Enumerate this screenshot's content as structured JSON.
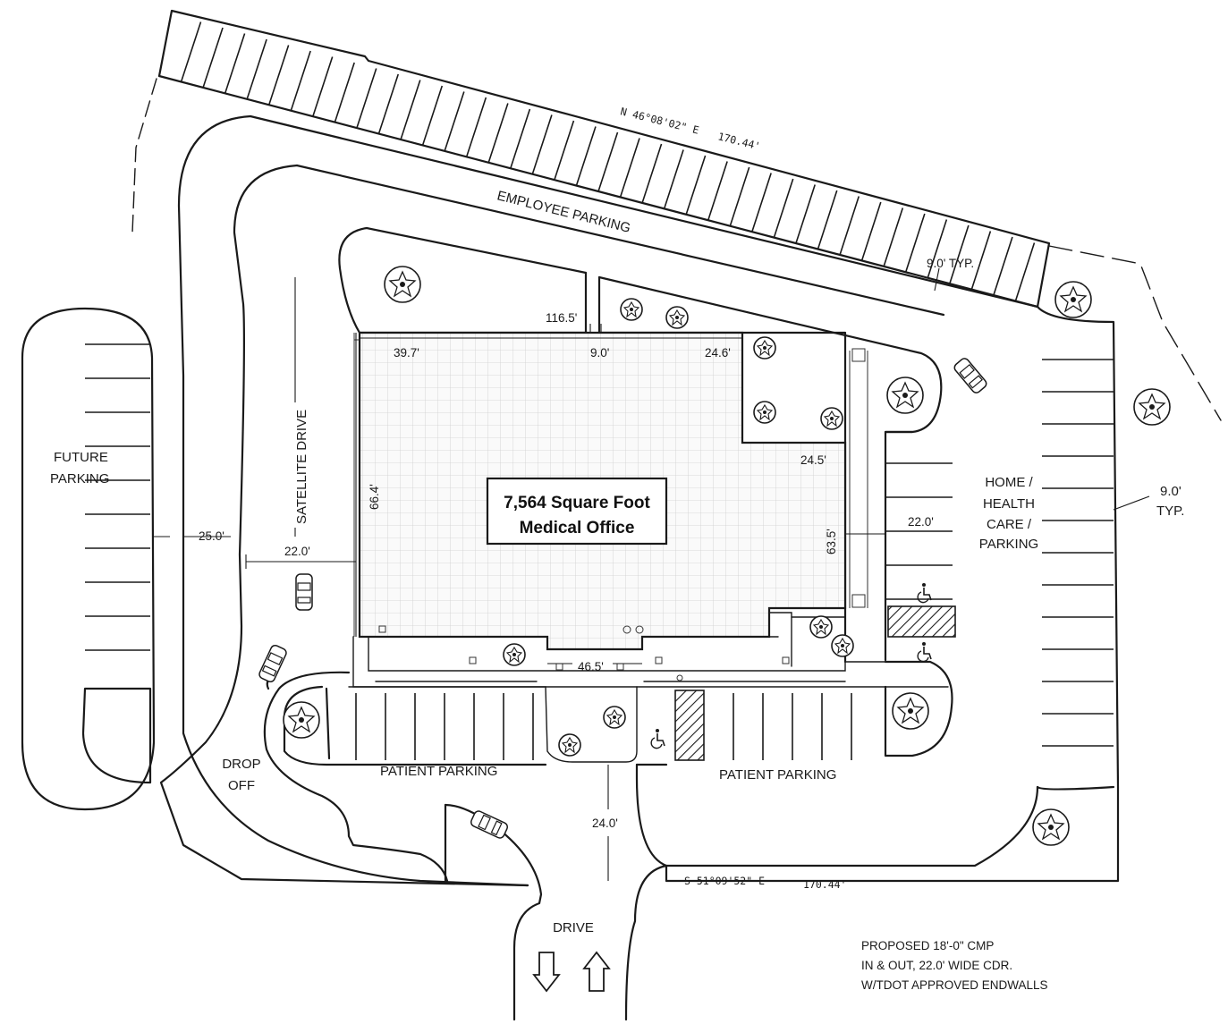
{
  "building": {
    "title_line1": "7,564 Square Foot",
    "title_line2": "Medical Office"
  },
  "zones": {
    "employee_parking": "EMPLOYEE PARKING",
    "future_parking_line1": "FUTURE",
    "future_parking_line2": "PARKING",
    "satellite_drive": "SATELLITE DRIVE",
    "home_health_line1": "HOME /",
    "home_health_line2": "HEALTH",
    "home_health_line3": "CARE /",
    "home_health_line4": "PARKING",
    "patient_parking_left": "PATIENT PARKING",
    "patient_parking_right": "PATIENT PARKING",
    "drop_off_line1": "DROP",
    "drop_off_line2": "OFF",
    "drive": "DRIVE"
  },
  "bearings": {
    "north_bearing": "N 46°08'02\" E",
    "north_length": "170.44'",
    "south_bearing": "S 51°09'52\" E",
    "south_length": "170.44'"
  },
  "dimensions": {
    "d_116_5": "116.5'",
    "d_9_0_top": "9.0'",
    "d_39_7": "39.7'",
    "d_24_6": "24.6'",
    "d_24_5": "24.5'",
    "d_66_4": "66.4'",
    "d_63_5": "63.5'",
    "d_22_0_left": "22.0'",
    "d_25_0": "25.0'",
    "d_22_0_right": "22.0'",
    "d_46_5": "46.5'",
    "d_24_0": "24.0'",
    "typ_top": "9.0' TYP.",
    "typ_right_value": "9.0'",
    "typ_right_label": "TYP."
  },
  "notes": {
    "line1": "PROPOSED 18'-0\" CMP",
    "line2": "IN & OUT, 22.0' WIDE CDR.",
    "line3": "W/TDOT APPROVED ENDWALLS"
  },
  "icons": [
    "tree-icon",
    "car-icon",
    "accessible-icon",
    "arrow-down-icon",
    "arrow-up-icon"
  ]
}
